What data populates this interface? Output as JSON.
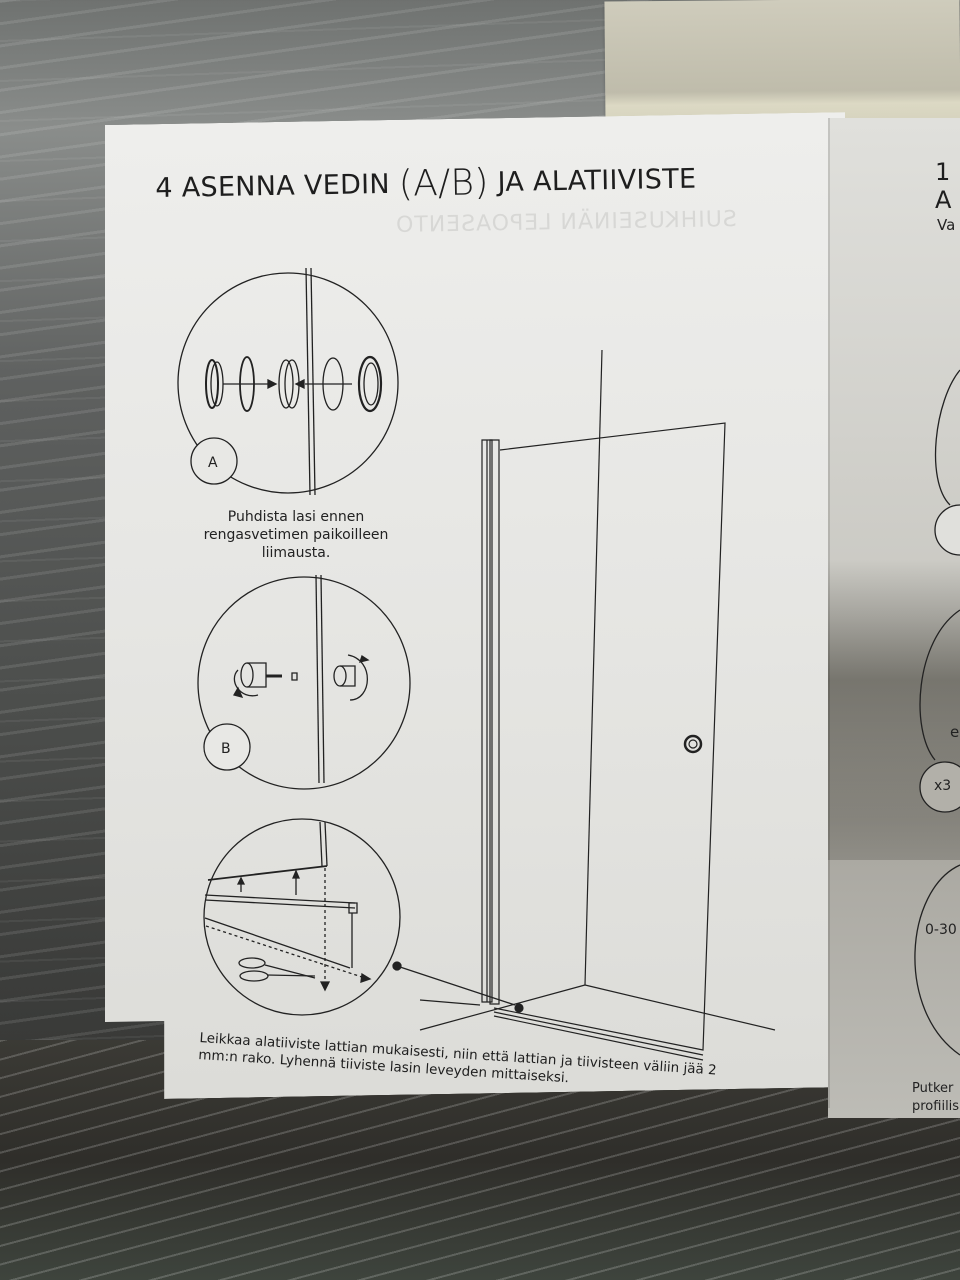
{
  "page": {
    "step_number": "4",
    "title_prefix": "ASENNA VEDIN",
    "title_paren": "(A/B)",
    "title_suffix": "JA ALATIIVISTE",
    "bleed_through_text": "SUIHKUSEINÄN LEPOASENTO"
  },
  "detail_a": {
    "label": "A",
    "caption": "Puhdista lasi ennen rengasvetimen paikoilleen liimausta."
  },
  "detail_b": {
    "label": "B"
  },
  "detail_seal": {
    "caption": "Leikkaa alatiiviste lattian mukaisesti, niin että lattian ja tiivisteen väliin jää 2 mm:n rako. Lyhennä tiiviste lasin leveyden mittaiseksi."
  },
  "adjacent_page": {
    "title_partial": "1 A",
    "subtitle_partial": "Va",
    "badge_x3": "x3",
    "letter_partial": "e",
    "range_partial": "0-30",
    "caption_partial_line1": "Putker",
    "caption_partial_line2": "profiilis"
  },
  "colors": {
    "paper": "#e8e8e5",
    "ink": "#1e1e1e",
    "tape": "#cfccbc"
  }
}
